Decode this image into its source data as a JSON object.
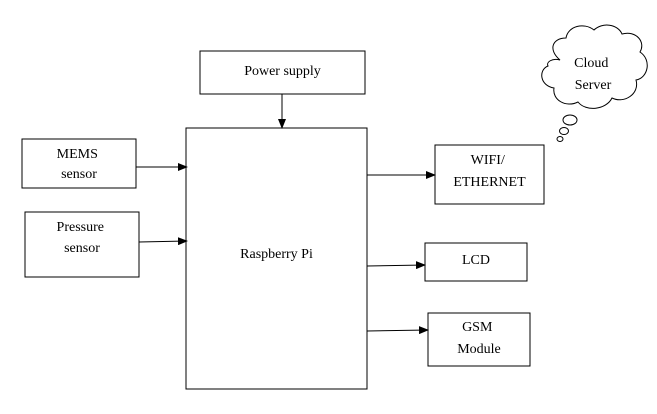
{
  "diagram": {
    "nodes": {
      "power_supply": {
        "lines": [
          "Power supply"
        ]
      },
      "mems_sensor": {
        "lines": [
          "MEMS",
          "sensor"
        ]
      },
      "pressure_sensor": {
        "lines": [
          "Pressure",
          "sensor"
        ]
      },
      "raspberry_pi": {
        "lines": [
          "Raspberry Pi"
        ]
      },
      "wifi_ethernet": {
        "lines": [
          "WIFI/",
          "ETHERNET"
        ]
      },
      "lcd": {
        "lines": [
          "LCD"
        ]
      },
      "gsm_module": {
        "lines": [
          "GSM",
          "Module"
        ]
      },
      "cloud_server": {
        "lines": [
          "Cloud",
          "Server"
        ]
      }
    },
    "edges": [
      {
        "from": "power_supply",
        "to": "raspberry_pi"
      },
      {
        "from": "mems_sensor",
        "to": "raspberry_pi"
      },
      {
        "from": "pressure_sensor",
        "to": "raspberry_pi"
      },
      {
        "from": "raspberry_pi",
        "to": "wifi_ethernet"
      },
      {
        "from": "raspberry_pi",
        "to": "lcd"
      },
      {
        "from": "raspberry_pi",
        "to": "gsm_module"
      }
    ],
    "colors": {
      "stroke": "#000000",
      "fill": "#ffffff",
      "text": "#000000"
    }
  }
}
